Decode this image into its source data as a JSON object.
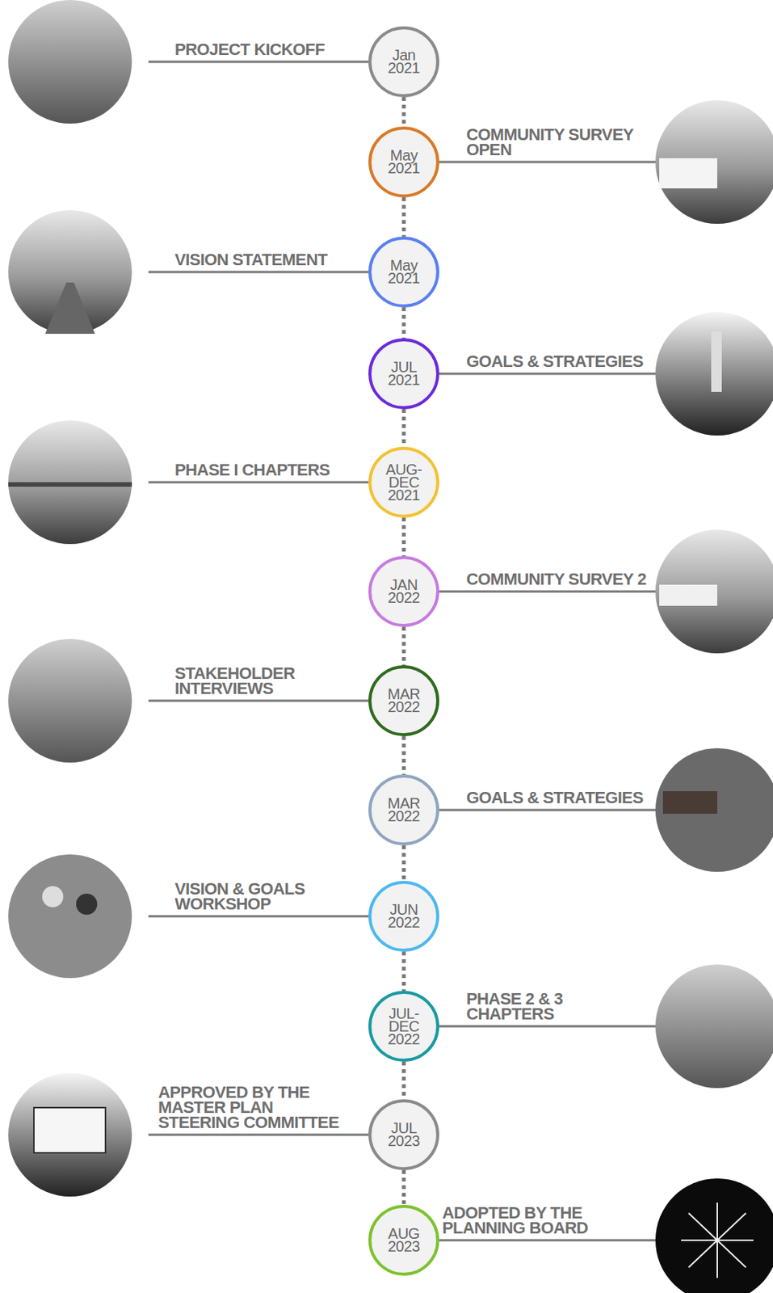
{
  "diagram": {
    "nodes": [
      {
        "text": [
          "Jan 2021",
          "PROJECT KICKOFF"
        ]
      },
      {
        "text": [
          "May 2021",
          "COMMUNITY SURVEY OPEN"
        ]
      },
      {
        "text": [
          "May 2021",
          "VISION STATEMENT"
        ]
      },
      {
        "text": [
          "JUL 2021",
          "GOALS & STRATEGIES"
        ]
      },
      {
        "text": [
          "AUG- DEC 2021",
          "PHASE I CHAPTERS"
        ]
      },
      {
        "text": [
          "JAN 2022",
          "COMMUNITY SURVEY 2"
        ]
      },
      {
        "text": [
          "MAR 2022",
          "STAKEHOLDER INTERVIEWS"
        ]
      },
      {
        "text": [
          "MAR 2022",
          "GOALS & STRATEGIES"
        ]
      },
      {
        "text": [
          "JUN 2022",
          "VISION & GOALS WORKSHOP"
        ]
      },
      {
        "text": [
          "JUL- DEC 2022",
          "PHASE 2 & 3 CHAPTERS"
        ]
      },
      {
        "text": [
          "JUL 2023",
          "APPROVED BY THE MASTER PLAN STEERING COMMITTEE"
        ]
      },
      {
        "text": [
          "AUG 2023",
          "ADOPTED BY THE PLANNING BOARD"
        ]
      }
    ],
    "edges": [
      {
        "from": 0,
        "to": 1,
        "arrow": "none"
      },
      {
        "from": 1,
        "to": 2,
        "arrow": "none"
      },
      {
        "from": 2,
        "to": 3,
        "arrow": "none"
      },
      {
        "from": 3,
        "to": 4,
        "arrow": "none"
      },
      {
        "from": 4,
        "to": 5,
        "arrow": "none"
      },
      {
        "from": 5,
        "to": 6,
        "arrow": "none"
      },
      {
        "from": 6,
        "to": 7,
        "arrow": "none"
      },
      {
        "from": 7,
        "to": 8,
        "arrow": "none"
      },
      {
        "from": 8,
        "to": 9,
        "arrow": "none"
      },
      {
        "from": 9,
        "to": 10,
        "arrow": "none"
      },
      {
        "from": 10,
        "to": 11,
        "arrow": "none"
      }
    ]
  }
}
